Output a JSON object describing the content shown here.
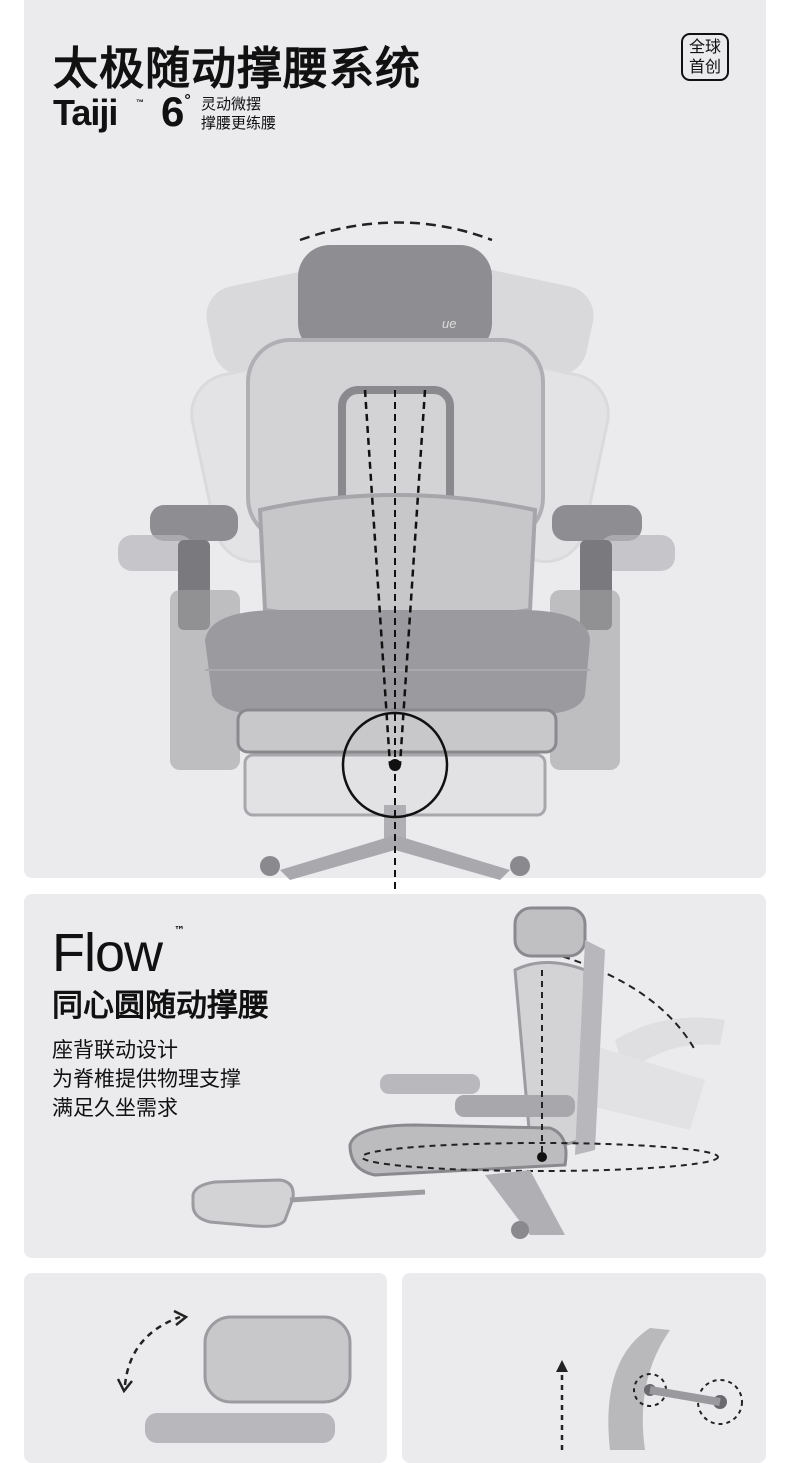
{
  "header": {
    "title": "太极随动撑腰系统",
    "brand": "Taiji",
    "brand_tm": "™",
    "degree_value": "6",
    "degree_symbol": "°",
    "subtitle_line1": "灵动微摆",
    "subtitle_line2": "撑腰更练腰",
    "badge_line1": "全球",
    "badge_line2": "首创"
  },
  "flow_section": {
    "brand": "Flow",
    "brand_tm": "™",
    "heading": "同心圆随动撑腰",
    "desc_line1": "座背联动设计",
    "desc_line2": "为脊椎提供物理支撑",
    "desc_line3": "满足久坐需求"
  },
  "chair_logo": "ue",
  "colors": {
    "panel_bg": "#ebebee",
    "text": "#111111",
    "mesh": "#cfcfd2",
    "dark_gray": "#8a8a8e"
  }
}
